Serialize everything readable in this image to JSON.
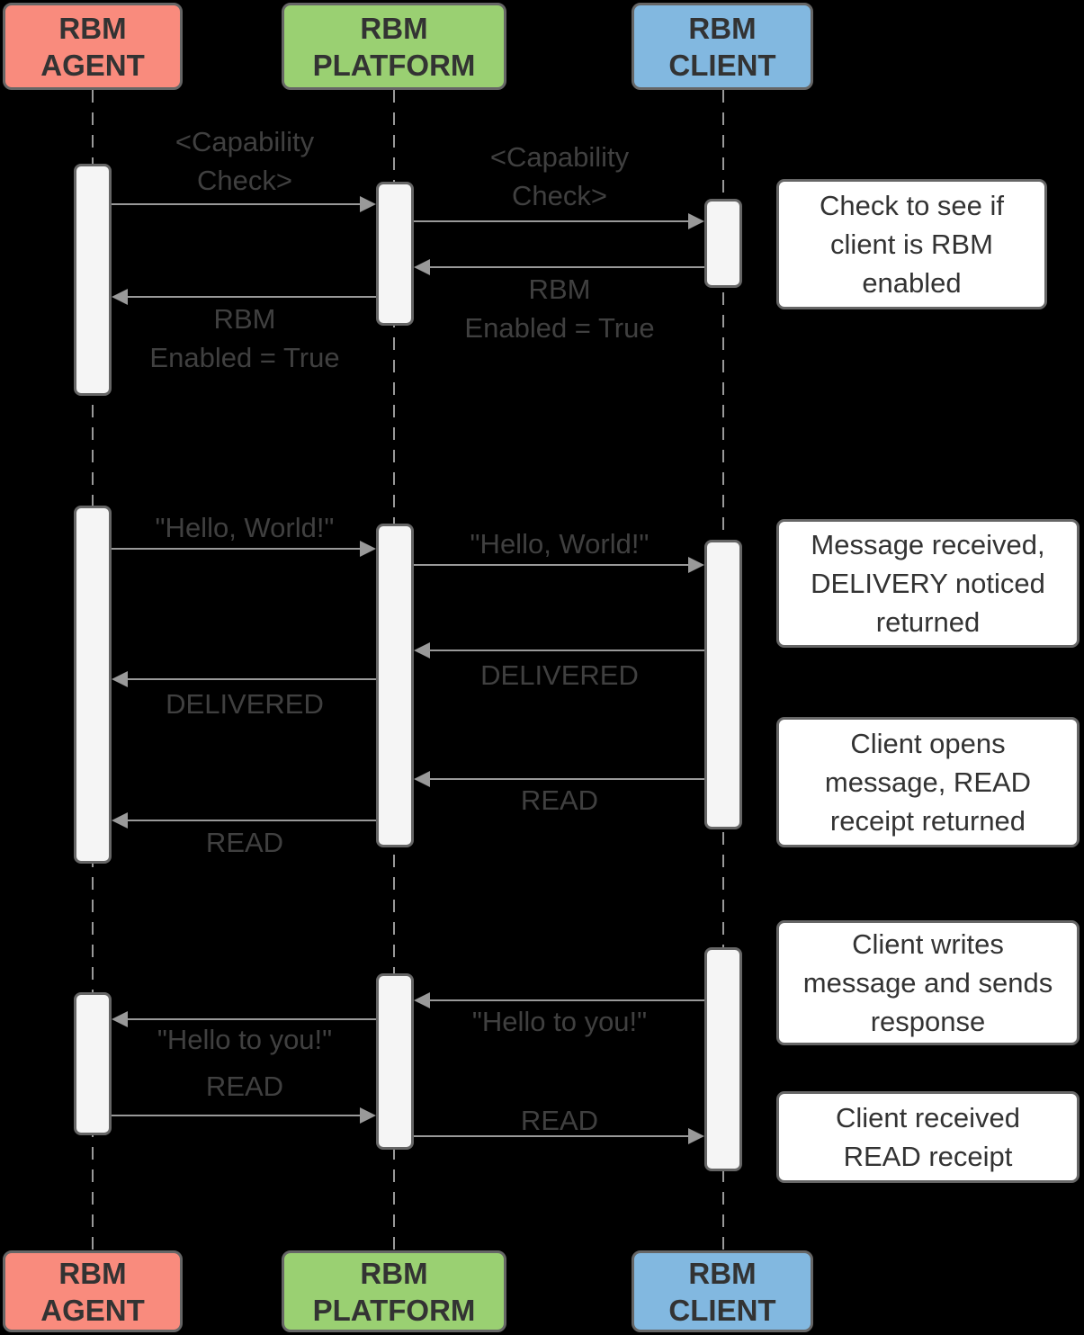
{
  "colors": {
    "background": "#000000",
    "agent_fill": "#f98b7d",
    "platform_fill": "#9ad072",
    "client_fill": "#82b8e0",
    "box_border": "#666666",
    "activation_fill": "#f5f5f5",
    "line": "#999999",
    "label_text": "#404040",
    "note_text": "#333333"
  },
  "actors": [
    {
      "id": "agent",
      "label": "RBM\nAGENT"
    },
    {
      "id": "platform",
      "label": "RBM\nPLATFORM"
    },
    {
      "id": "client",
      "label": "RBM\nCLIENT"
    }
  ],
  "messages": [
    {
      "from": "agent",
      "to": "platform",
      "label": "<Capability\nCheck>"
    },
    {
      "from": "platform",
      "to": "client",
      "label": "<Capability\nCheck>"
    },
    {
      "from": "client",
      "to": "platform",
      "label": "RBM\nEnabled = True"
    },
    {
      "from": "platform",
      "to": "agent",
      "label": "RBM\nEnabled = True"
    },
    {
      "from": "agent",
      "to": "platform",
      "label": "\"Hello, World!\""
    },
    {
      "from": "platform",
      "to": "client",
      "label": "\"Hello, World!\""
    },
    {
      "from": "client",
      "to": "platform",
      "label": "DELIVERED"
    },
    {
      "from": "platform",
      "to": "agent",
      "label": "DELIVERED"
    },
    {
      "from": "client",
      "to": "platform",
      "label": "READ"
    },
    {
      "from": "platform",
      "to": "agent",
      "label": "READ"
    },
    {
      "from": "client",
      "to": "platform",
      "label": "\"Hello to you!\""
    },
    {
      "from": "platform",
      "to": "agent",
      "label": "\"Hello to you!\""
    },
    {
      "from": "agent",
      "to": "platform",
      "label": "READ"
    },
    {
      "from": "platform",
      "to": "client",
      "label": "READ"
    }
  ],
  "notes": [
    {
      "label": "Check to see if\nclient is RBM\nenabled"
    },
    {
      "label": "Message received,\nDELIVERY noticed\nreturned"
    },
    {
      "label": "Client opens\nmessage, READ\nreceipt returned"
    },
    {
      "label": "Client writes\nmessage and sends\nresponse"
    },
    {
      "label": "Client received\nREAD receipt"
    }
  ]
}
